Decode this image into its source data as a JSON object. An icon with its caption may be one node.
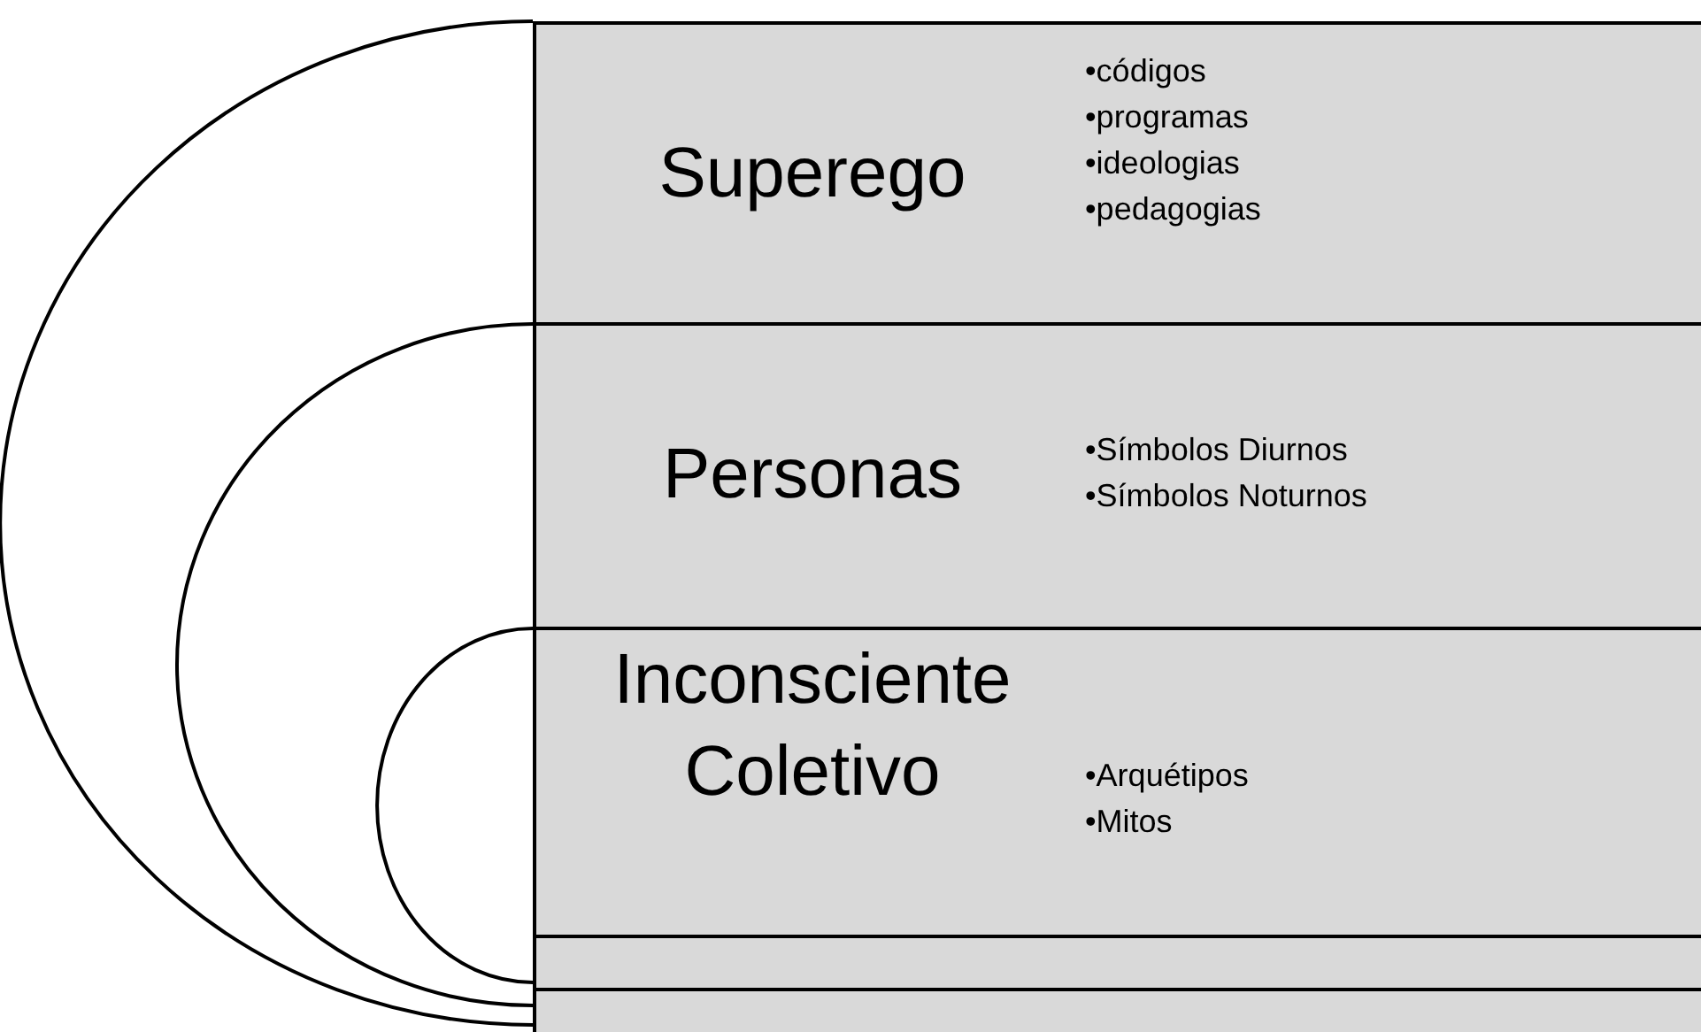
{
  "diagram": {
    "nodes": [
      {
        "text": [
          "Superego",
          "•códigos",
          "•programas",
          "•ideologias",
          "•pedagogias"
        ]
      },
      {
        "text": [
          "Personas",
          "•Símbolos Diurnos",
          "•Símbolos Noturnos"
        ]
      },
      {
        "text": [
          "Inconsciente Coletivo",
          "•Arquétipos",
          "•Mitos"
        ]
      },
      {
        "text": [],
        "shape": "box"
      },
      {
        "text": [],
        "shape": "box"
      }
    ]
  }
}
